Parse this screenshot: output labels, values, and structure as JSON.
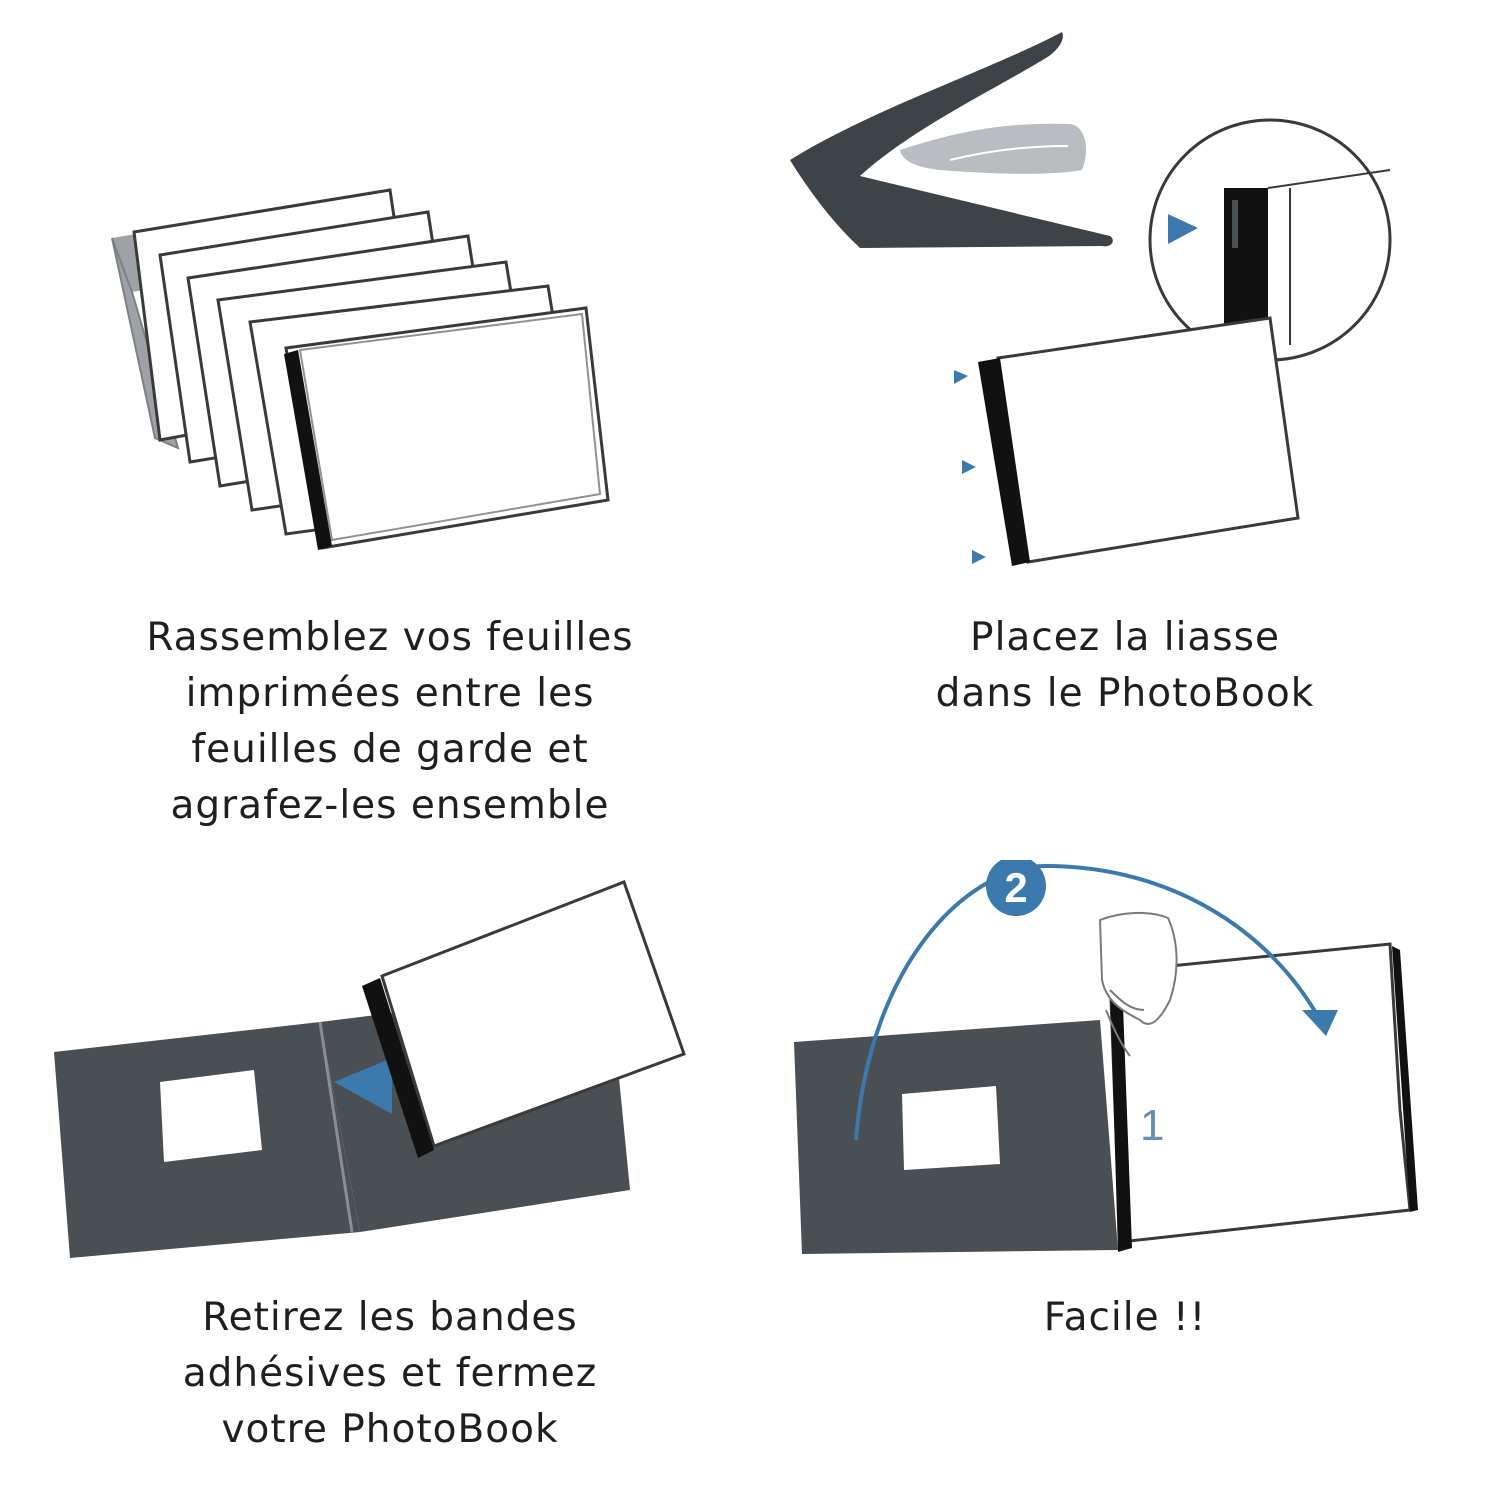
{
  "colors": {
    "cover_dark": "#4a4f54",
    "spine_black": "#111111",
    "arrow_blue": "#3c79ad",
    "sheet_outline": "#3a3a3a",
    "stapler_light": "#b9bdc1"
  },
  "steps": [
    {
      "caption_lines": [
        "Rassemblez vos feuilles",
        "imprimées entre les",
        "feuilles de garde et",
        "agrafez-les ensemble"
      ]
    },
    {
      "caption_lines": [
        "Placez la liasse",
        "dans le PhotoBook"
      ]
    },
    {
      "caption_lines": [
        "Retirez les bandes",
        "adhésives et fermez",
        "votre PhotoBook"
      ]
    },
    {
      "caption_lines": [
        "Facile !!"
      ],
      "badge_number": "2",
      "page_number": "1"
    }
  ]
}
